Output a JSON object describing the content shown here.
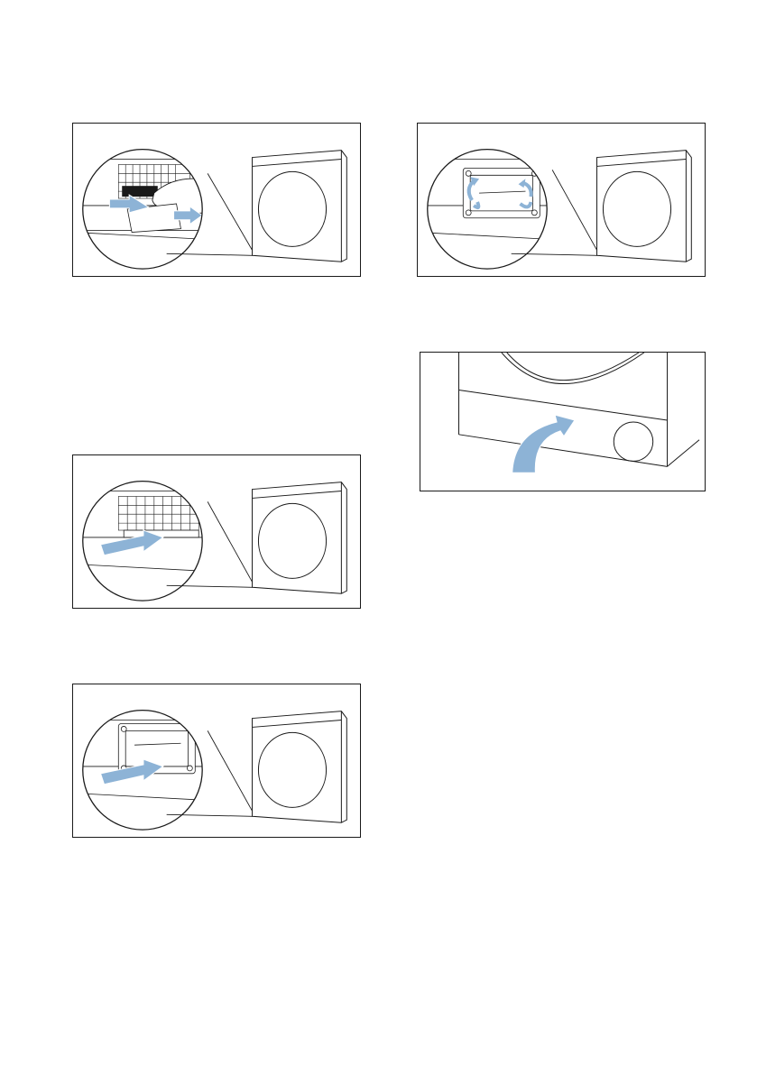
{
  "page": {
    "background": "#ffffff",
    "line_color": "#1a1a1a",
    "arrow_color": "#8db3d6",
    "text": []
  },
  "figures": [
    {
      "id": "fig-1",
      "name": "remove-filter-illustration",
      "scene": "filter-out",
      "arrows": [
        "pull-left-arrow",
        "pull-right-arrow"
      ]
    },
    {
      "id": "fig-2",
      "name": "insert-filter-illustration",
      "scene": "filter-in",
      "arrows": [
        "push-in-arrow"
      ]
    },
    {
      "id": "fig-3",
      "name": "insert-frame-illustration",
      "scene": "frame-in",
      "arrows": [
        "push-in-arrow"
      ]
    },
    {
      "id": "fig-4",
      "name": "lock-levers-illustration",
      "scene": "levers",
      "arrows": [
        "rotate-arrows"
      ]
    },
    {
      "id": "fig-5",
      "name": "close-flap-illustration",
      "scene": "close-flap",
      "arrows": [
        "curved-up-arrow"
      ]
    }
  ]
}
